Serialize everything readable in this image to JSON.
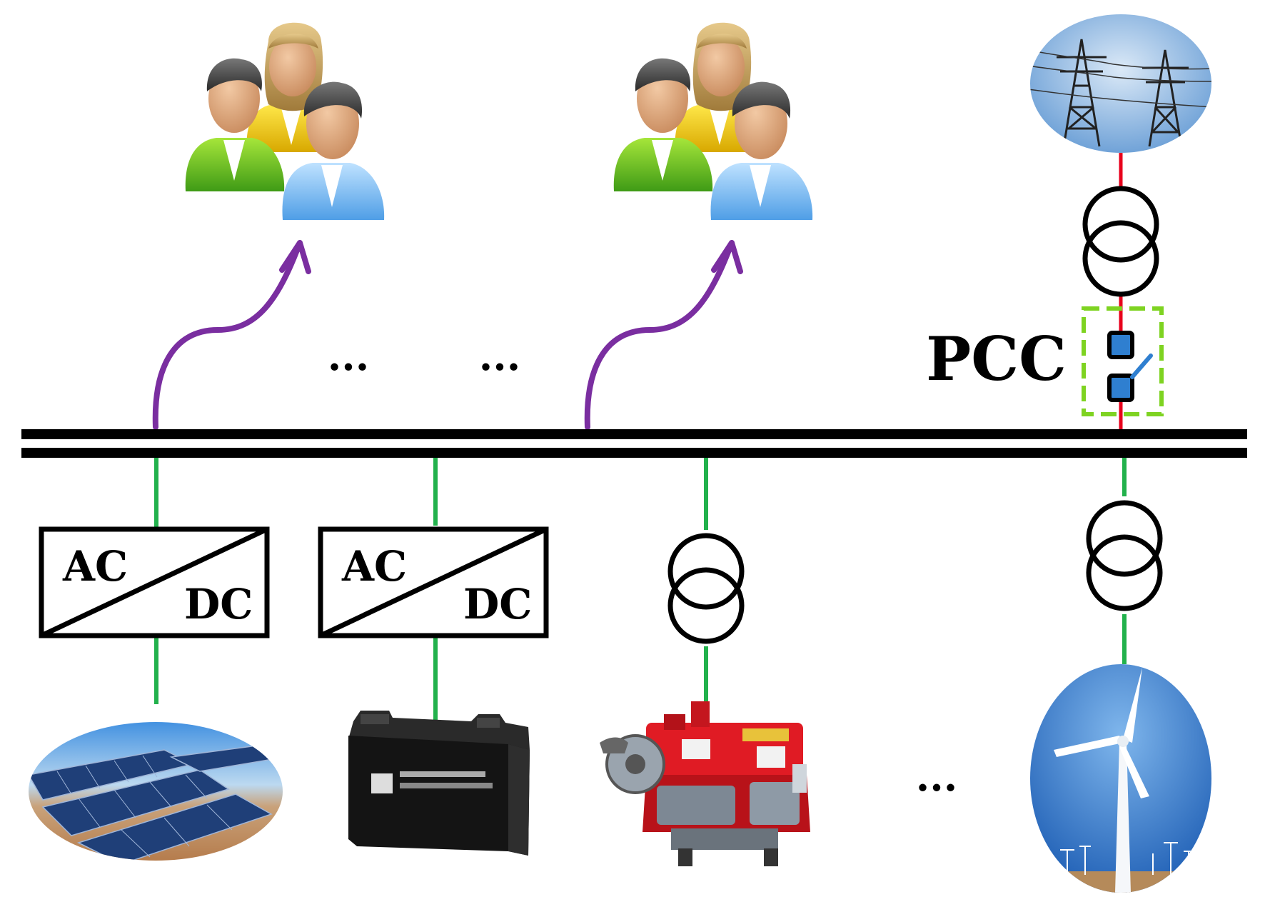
{
  "labels": {
    "pcc": "PCC",
    "converter_ac": "AC",
    "converter_dc": "DC",
    "ellipsis": "..."
  },
  "colors": {
    "bus": "#000000",
    "green_line": "#22b14c",
    "grid_red": "#e8001c",
    "purple_arrow": "#7a2ea0",
    "pcc_box": "#7ed321",
    "switch_blue": "#2f7fd0"
  },
  "icons": [
    "load-group-icon",
    "load-group-icon",
    "transmission-tower-icon",
    "solar-panel-icon",
    "battery-icon",
    "diesel-generator-icon",
    "wind-turbine-icon",
    "transformer-icon",
    "breaker-switch-icon"
  ]
}
